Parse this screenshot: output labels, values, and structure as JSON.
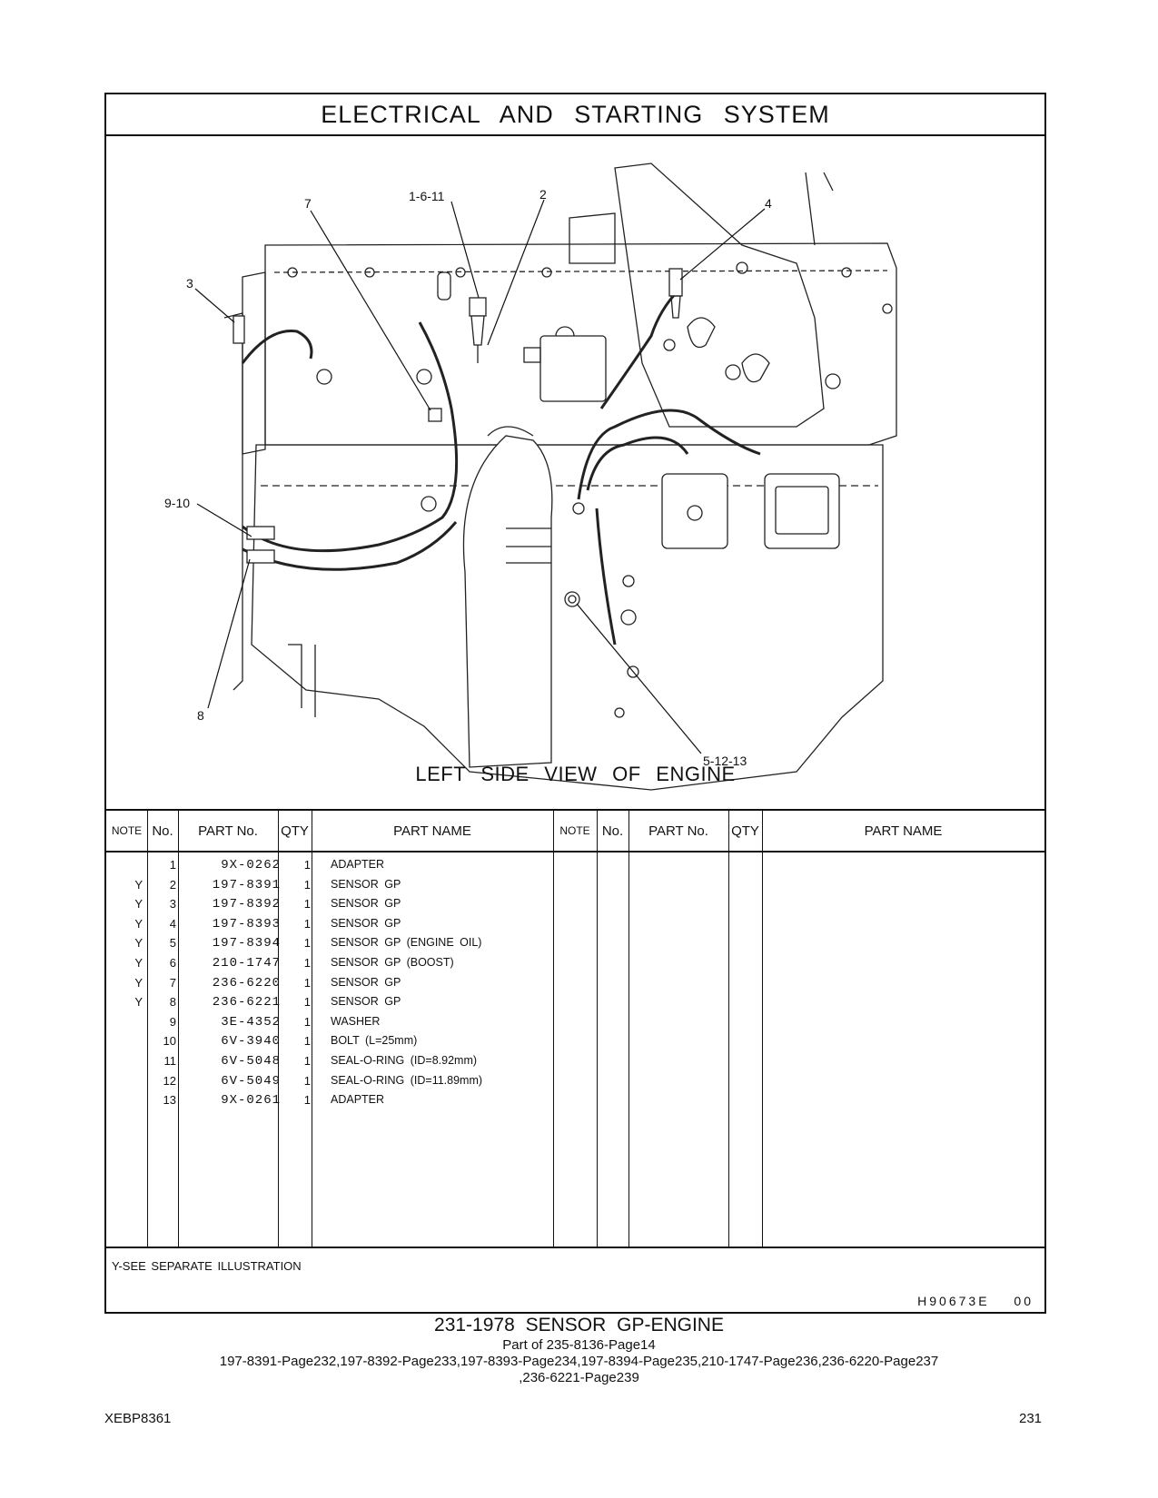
{
  "header": {
    "title": "ELECTRICAL AND STARTING SYSTEM"
  },
  "illustration": {
    "caption": "LEFT SIDE VIEW OF ENGINE",
    "callouts": [
      "7",
      "1-6-11",
      "2",
      "4",
      "3",
      "9-10",
      "8",
      "5-12-13"
    ]
  },
  "table": {
    "headers": {
      "note": "NOTE",
      "no": "No.",
      "part_no": "PART No.",
      "qty": "QTY",
      "part_name": "PART NAME"
    },
    "rows": [
      {
        "note": "",
        "no": "1",
        "part_no": "9X-0262",
        "qty": "1",
        "name": "ADAPTER"
      },
      {
        "note": "Y",
        "no": "2",
        "part_no": "197-8391",
        "qty": "1",
        "name": "SENSOR GP"
      },
      {
        "note": "Y",
        "no": "3",
        "part_no": "197-8392",
        "qty": "1",
        "name": "SENSOR GP"
      },
      {
        "note": "Y",
        "no": "4",
        "part_no": "197-8393",
        "qty": "1",
        "name": "SENSOR GP"
      },
      {
        "note": "Y",
        "no": "5",
        "part_no": "197-8394",
        "qty": "1",
        "name": "SENSOR GP (ENGINE OIL)"
      },
      {
        "note": "Y",
        "no": "6",
        "part_no": "210-1747",
        "qty": "1",
        "name": "SENSOR GP (BOOST)"
      },
      {
        "note": "Y",
        "no": "7",
        "part_no": "236-6220",
        "qty": "1",
        "name": "SENSOR GP"
      },
      {
        "note": "Y",
        "no": "8",
        "part_no": "236-6221",
        "qty": "1",
        "name": "SENSOR GP"
      },
      {
        "note": "",
        "no": "9",
        "part_no": "3E-4352",
        "qty": "1",
        "name": "WASHER"
      },
      {
        "note": "",
        "no": "10",
        "part_no": "6V-3940",
        "qty": "1",
        "name": "BOLT (L=25mm)"
      },
      {
        "note": "",
        "no": "11",
        "part_no": "6V-5048",
        "qty": "1",
        "name": "SEAL-O-RING (ID=8.92mm)"
      },
      {
        "note": "",
        "no": "12",
        "part_no": "6V-5049",
        "qty": "1",
        "name": "SEAL-O-RING (ID=11.89mm)"
      },
      {
        "note": "",
        "no": "13",
        "part_no": "9X-0261",
        "qty": "1",
        "name": "ADAPTER"
      }
    ]
  },
  "footnote": "Y-SEE SEPARATE ILLUSTRATION",
  "drawing_number": "H90673E 00",
  "assembly": {
    "title": "231-1978 SENSOR GP-ENGINE",
    "part_of": "Part of 235-8136-Page14",
    "refs_line1": "197-8391-Page232,197-8392-Page233,197-8393-Page234,197-8394-Page235,210-1747-Page236,236-6220-Page237",
    "refs_line2": ",236-6221-Page239"
  },
  "footer": {
    "doc_code": "XEBP8361",
    "page_number": "231"
  }
}
